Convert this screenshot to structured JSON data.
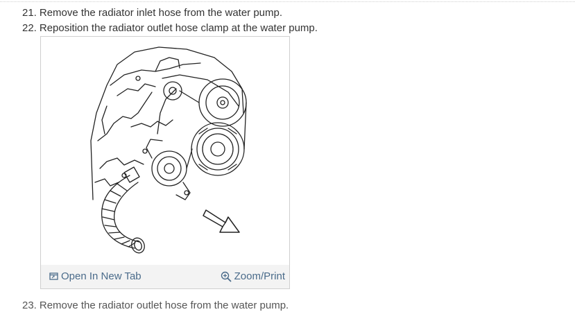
{
  "steps": [
    {
      "number": "21.",
      "text": "Remove the radiator inlet hose from the water pump."
    },
    {
      "number": "22.",
      "text": "Reposition the radiator outlet hose clamp at the water pump."
    },
    {
      "number": "23.",
      "text": "Remove the radiator outlet hose from the water pump."
    }
  ],
  "figure": {
    "open_label": "Open In New Tab",
    "zoom_label": "Zoom/Print",
    "link_color": "#4a6b8a"
  },
  "icons": {
    "open": "open-new-tab-icon",
    "zoom": "zoom-icon"
  }
}
